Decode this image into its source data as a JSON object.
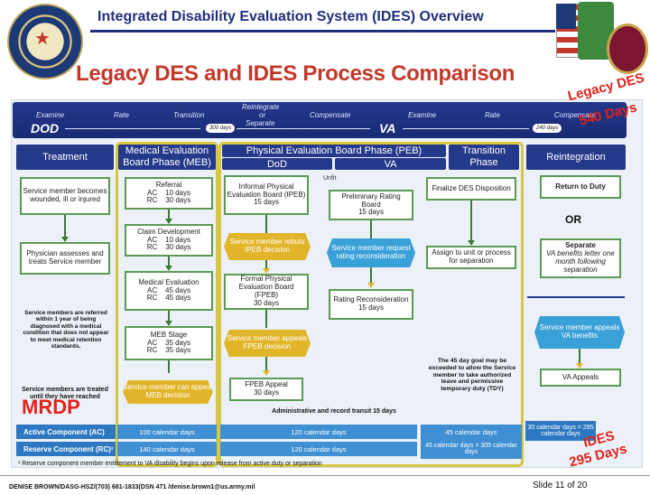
{
  "header": {
    "title": "Integrated Disability Evaluation System (IDES) Overview",
    "subtitle": "Legacy DES and IDES Process Comparison"
  },
  "topbar": {
    "examine1": "Examine",
    "rate1": "Rate",
    "transition1": "Transition",
    "reintegrate": "Reintegrate",
    "or": "or",
    "separate": "Separate",
    "compensate": "Compensate",
    "examine2": "Examine",
    "rate2": "Rate",
    "compensate2": "Compensate",
    "dod": "DOD",
    "va": "VA",
    "days300": "300 days",
    "days240": "240 days"
  },
  "legacy": {
    "line1": "Legacy DES",
    "line2": "540 Days"
  },
  "ides": {
    "line1": "IDES",
    "line2": "295 Days"
  },
  "phases": {
    "treatment": "Treatment",
    "meb": "Medical Evaluation Board Phase (MEB)",
    "peb": "Physical Evaluation Board Phase (PEB)",
    "dod": "DoD",
    "va": "VA",
    "transition": "Transition Phase",
    "reintegration": "Reintegration"
  },
  "treatment": {
    "box1": "Service member becomes wounded, ill or injured",
    "box2": "Physician assesses and treats Service member",
    "note1": "Service members are referred within 1 year of being diagnosed with a medical condition that does not appear to meet medical retention standards.",
    "note2": "Service members are treated until they have reached",
    "mrdp": "MRDP"
  },
  "meb": {
    "referral": "Referral\nAC    10 days\nRC    30 days",
    "claim": "Claim Development\nAC    10 days\nRC    30 days",
    "medeval": "Medical Evaluation\nAC    45 days\nRC    45 days",
    "stage": "MEB Stage\nAC    35 days\nRC    35 days",
    "appeal": "Service member can appeal MEB decision"
  },
  "peb_dod": {
    "ipeb": "Informal Physical Evaluation Board (IPEB)\n15 days",
    "rebuts": "Service member rebuts IPEB decision",
    "fpeb": "Formal Physical Evaluation Board (FPEB)\n30 days",
    "appeals": "Service member appeals FPEB decision",
    "fpeb_appeal": "FPEB Appeal\n30 days"
  },
  "peb_va": {
    "unfit": "Unfit",
    "prelim": "Preliminary Rating Board\n15 days",
    "recon_req": "Service member request rating reconsideration",
    "recon": "Rating Reconsideration\n15 days"
  },
  "admin_note": "Administrative and record transit 15 days",
  "transition": {
    "finalize": "Finalize DES Disposition",
    "assign": "Assign to unit or process for separation",
    "goal": "The 45 day goal may be exceeded to allow the Service member to take authorized leave and permissive temporary duty (TDY)"
  },
  "reintegration": {
    "return": "Return to Duty",
    "or": "OR",
    "separate_title": "Separate",
    "separate_body": "VA benefits letter one month following separation",
    "appeals_benefits": "Service member appeals VA benefits",
    "va_appeals": "VA Appeals"
  },
  "bottom": {
    "ac_label": "Active Component (AC)",
    "rc_label": "Reserve Component (RC)¹",
    "ac": [
      "100 calendar days",
      "120 calendar days",
      "45 calendar days",
      "30 calendar days = 295 calendar days"
    ],
    "rc": [
      "140 calendar days",
      "120 calendar days",
      "45 calendar days = 305 calendar days"
    ]
  },
  "footnote": "¹ Reserve component member entitlement to VA disability begins upon release from active duty or separation",
  "footer": {
    "left": "DENISE BROWN/DASG-HSZ/(703) 681-1833(DSN 471 /denise.brown1@us.army.mil",
    "slide": "Slide",
    "num": "11",
    "of": "of 20"
  }
}
